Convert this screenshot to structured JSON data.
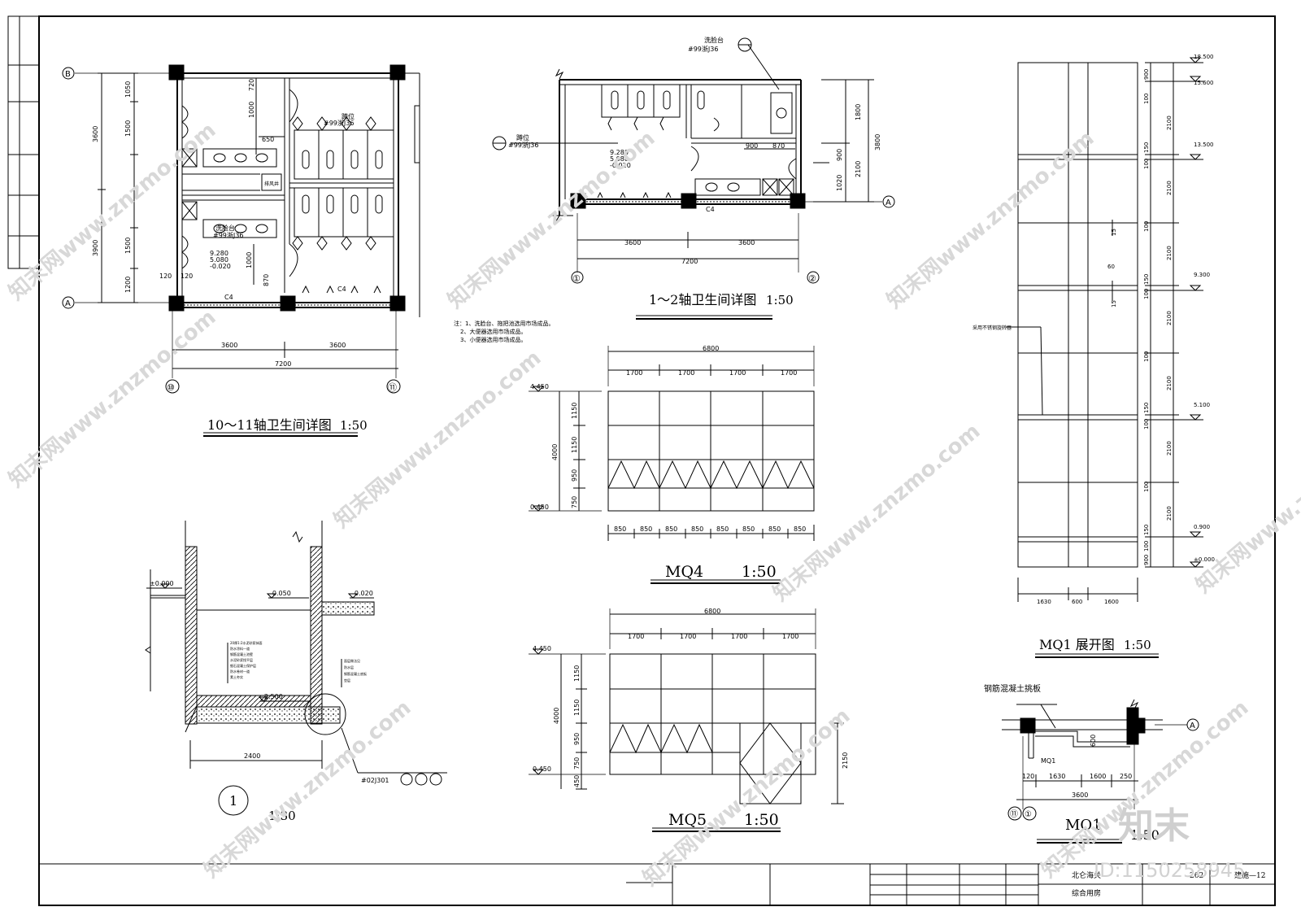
{
  "titles": {
    "plan_10_11": "10～11轴卫生间详图",
    "plan_10_11_scale": "1:50",
    "plan_1_2": "1～2轴卫生间详图",
    "plan_1_2_scale": "1:50",
    "mq4": "MQ4",
    "mq4_scale": "1:50",
    "mq5": "MQ5",
    "mq5_scale": "1:50",
    "mq1_unfold": "MQ1 展开图",
    "mq1_unfold_scale": "1:50",
    "mq1": "MQ1",
    "mq1_scale": "1:50",
    "detail_1_num": "1",
    "detail_1_scale": "1:30"
  },
  "axes": {
    "B": "B",
    "A": "A",
    "ax10": "⑩",
    "ax11": "⑪",
    "ax1": "①",
    "ax2": "②",
    "ax11b": "⑪",
    "ax1b": "①"
  },
  "plan_10_11": {
    "dims_left": [
      "1050",
      "1500",
      "3600",
      "1500",
      "3900",
      "1200"
    ],
    "dims_inner": [
      "720",
      "1000",
      "650",
      "1000",
      "870"
    ],
    "dims_bottom": [
      "3600",
      "3600",
      "7200"
    ],
    "dims_small": [
      "120",
      "120"
    ],
    "labels": [
      "蹲位",
      "#99浙J36",
      "洗脸台",
      "#99浙J36",
      "排风井"
    ],
    "elev": [
      "9.280",
      "5.080",
      "-0.020"
    ],
    "window": [
      "C4",
      "C4"
    ]
  },
  "plan_1_2": {
    "labels": [
      "洗脸台",
      "#99浙J36",
      "蹲位",
      "#99浙J36"
    ],
    "elev": [
      "9.280",
      "5.080",
      "-0.020"
    ],
    "dims_right": [
      "1800",
      "3800",
      "900",
      "2100",
      "1020"
    ],
    "dims_inner": [
      "900",
      "870"
    ],
    "dims_bottom": [
      "3600",
      "3600",
      "7200"
    ],
    "window": "C4"
  },
  "notes": [
    "注：1、洗脸台、拖把池选用市场成品。",
    "2、大便器选用市场成品。",
    "3、小便器选用市场成品。"
  ],
  "mq4": {
    "top_total": "6800",
    "top": [
      "1700",
      "1700",
      "1700",
      "1700"
    ],
    "left": [
      "1150",
      "1150",
      "950",
      "750"
    ],
    "left_total": "4000",
    "elev": [
      "4.450",
      "0.450"
    ],
    "bottom": [
      "850",
      "850",
      "850",
      "850",
      "850",
      "850",
      "850",
      "850"
    ]
  },
  "mq5": {
    "top_total": "6800",
    "top": [
      "1700",
      "1700",
      "1700",
      "1700"
    ],
    "left": [
      "1150",
      "1150",
      "950",
      "750",
      "450"
    ],
    "left_total": "4000",
    "elev": [
      "4.450",
      "0.450"
    ],
    "right": "2150"
  },
  "mq1_unfold": {
    "elev": [
      "18.500",
      "15.600",
      "13.500",
      "9.300",
      "5.100",
      "0.900",
      "±0.000"
    ],
    "dims_a": [
      "900",
      "100",
      "150",
      "100",
      "100",
      "150",
      "100",
      "100",
      "150",
      "100",
      "100",
      "100",
      "150",
      "100",
      "900"
    ],
    "dims_b": [
      "2100",
      "2100",
      "2100",
      "2100",
      "2100",
      "2100",
      "2100"
    ],
    "bottom": [
      "1630",
      "600",
      "1600"
    ],
    "mid": [
      "15",
      "60",
      "15"
    ],
    "note": "采用不锈钢旋转器"
  },
  "mq1": {
    "label": "钢筋混凝土挑板",
    "tag": "MQ1",
    "dims": [
      "120",
      "1630",
      "1600",
      "250",
      "600",
      "3600"
    ]
  },
  "detail_1": {
    "elev": [
      "±0.000",
      "-0.050",
      "-0.020",
      "-2.500"
    ],
    "dim": "2400",
    "ref": "#02J301",
    "layers_left": [
      "20厚1:2水泥砂浆抹面",
      "防水涂料一道",
      "钢筋混凝土池壁",
      "水泥砂浆找平层",
      "细石混凝土保护层",
      "防水卷材一道",
      "素土夯实"
    ],
    "layers_right": [
      "面层做法见",
      "防水层",
      "钢筋混凝土底板",
      "垫层"
    ]
  },
  "title_block": {
    "project": "北仑海关",
    "building": "综合用房",
    "number": "262",
    "sheet": "建施—12"
  },
  "watermarks": [
    "知末网www.znzmo.com",
    "知末",
    "ID:1150258945"
  ]
}
